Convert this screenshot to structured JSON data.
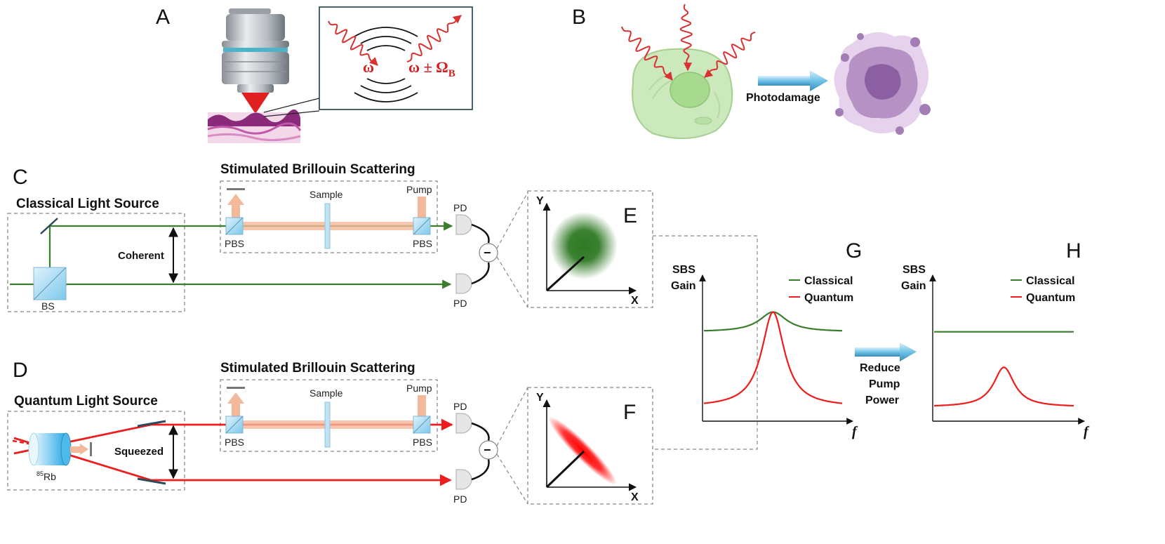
{
  "panels": {
    "A": "A",
    "B": "B",
    "C": "C",
    "D": "D",
    "E": "E",
    "F": "F",
    "G": "G",
    "H": "H"
  },
  "panel_a": {
    "freq_in": "ω",
    "freq_out": "ω ± Ω",
    "freq_out_sub": "B"
  },
  "panel_b": {
    "arrow_label": "Photodamage"
  },
  "setup_c": {
    "title": "Stimulated Brillouin Scattering",
    "source": "Classical Light Source",
    "state": "Coherent",
    "bs": "BS",
    "pbs_left": "PBS",
    "pbs_right": "PBS",
    "sample": "Sample",
    "pump": "Pump",
    "pd_top": "PD",
    "pd_bottom": "PD",
    "minus": "−"
  },
  "setup_d": {
    "title": "Stimulated Brillouin Scattering",
    "source": "Quantum Light Source",
    "state": "Squeezed",
    "cell_mass": "85",
    "cell_element": "Rb",
    "pbs_left": "PBS",
    "pbs_right": "PBS",
    "sample": "Sample",
    "pump": "Pump",
    "pd_top": "PD",
    "pd_bottom": "PD",
    "minus": "−"
  },
  "phase_space": {
    "x_label": "X",
    "y_label": "Y"
  },
  "chart_data": [
    {
      "type": "line",
      "panel": "G",
      "ylabel": "SBS Gain",
      "xlabel": "f",
      "legend_position": "top-right",
      "series": [
        {
          "name": "Classical",
          "color": "#3a7d2c",
          "baseline": 0.63,
          "peak": 0.77,
          "center": 0.5,
          "width": 0.12
        },
        {
          "name": "Quantum",
          "color": "#ee1c1c",
          "baseline": 0.1,
          "peak": 0.77,
          "center": 0.5,
          "width": 0.1
        }
      ]
    },
    {
      "type": "line",
      "panel": "H",
      "ylabel": "SBS Gain",
      "xlabel": "f",
      "legend_position": "top-right",
      "series": [
        {
          "name": "Classical",
          "color": "#3a7d2c",
          "baseline": 0.63,
          "peak": 0.63,
          "center": 0.5,
          "width": 0.1
        },
        {
          "name": "Quantum",
          "color": "#ee1c1c",
          "baseline": 0.1,
          "peak": 0.38,
          "center": 0.5,
          "width": 0.09
        }
      ]
    }
  ],
  "transition": {
    "line1": "Reduce",
    "line2": "Pump",
    "line3": "Power"
  },
  "colors": {
    "classical": "#3a7d2c",
    "quantum": "#ee1c1c",
    "pump": "#f4b89a",
    "optic": "#a8d8f0"
  }
}
